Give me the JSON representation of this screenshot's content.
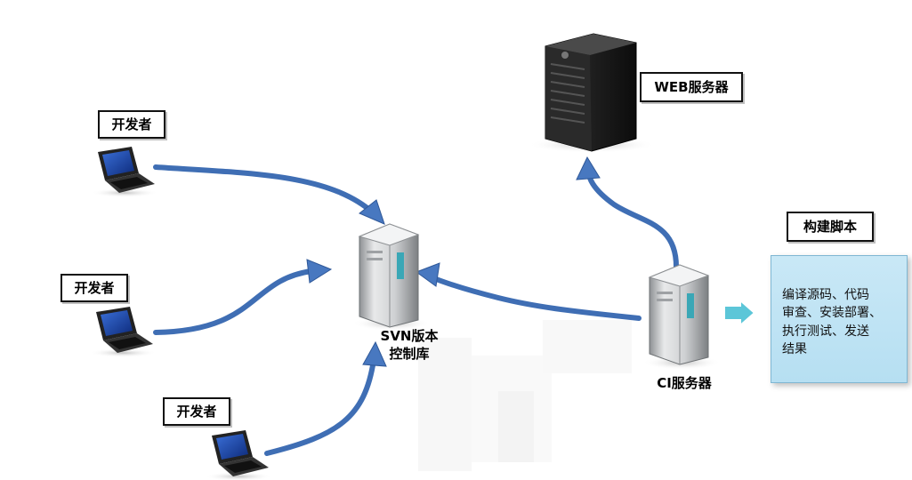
{
  "labels": {
    "developer_top": "开发者",
    "developer_mid": "开发者",
    "developer_bottom": "开发者",
    "web_server": "WEB服务器",
    "svn_line1": "SVN版本",
    "svn_line2": "控制库",
    "ci_server": "CI服务器",
    "build_script_title": "构建脚本",
    "build_script_lines": [
      "编译源码、代码",
      "审查、安装部署、",
      "执行测试、发送",
      "结果"
    ]
  },
  "colors": {
    "arrow": "#3f6eb4",
    "arrow_head": "#4878c0",
    "script_box": "#c9e8f6",
    "small_arrow": "#5cc6d8"
  },
  "icons": [
    "laptop-icon",
    "tower-server-icon",
    "server-icon",
    "right-arrow-icon"
  ]
}
